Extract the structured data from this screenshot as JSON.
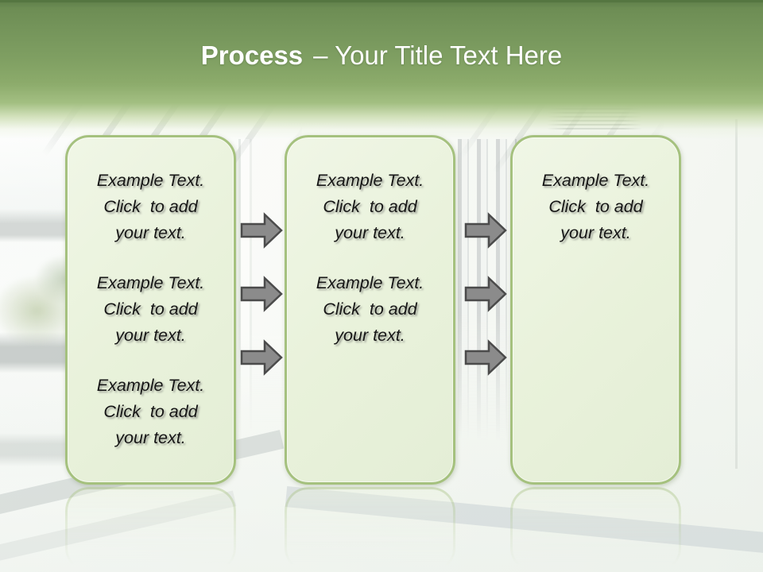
{
  "header": {
    "title_bold": "Process",
    "title_rest": "– Your Title Text Here"
  },
  "boxes": [
    {
      "paragraphs": [
        "Example Text.\nClick  to add\nyour text.",
        "Example Text.\nClick  to add\nyour text.",
        "Example Text.\nClick  to add\nyour text."
      ]
    },
    {
      "paragraphs": [
        "Example Text.\nClick  to add\nyour text.",
        "Example Text.\nClick  to add\nyour text."
      ]
    },
    {
      "paragraphs": [
        "Example Text.\nClick  to add\nyour text."
      ]
    }
  ],
  "arrows": {
    "glyph": "right-block-arrow",
    "between_box1_box2": 3,
    "between_box2_box3": 3
  },
  "colors": {
    "header_green_dark": "#5d7d48",
    "header_green_light": "#9ab877",
    "box_fill": "#eaf2dd",
    "box_border": "#a5c17e",
    "arrow_fill": "#8b8b8b",
    "arrow_outline": "#4b4b4b",
    "title_text": "#ffffff",
    "body_text": "#161616"
  }
}
